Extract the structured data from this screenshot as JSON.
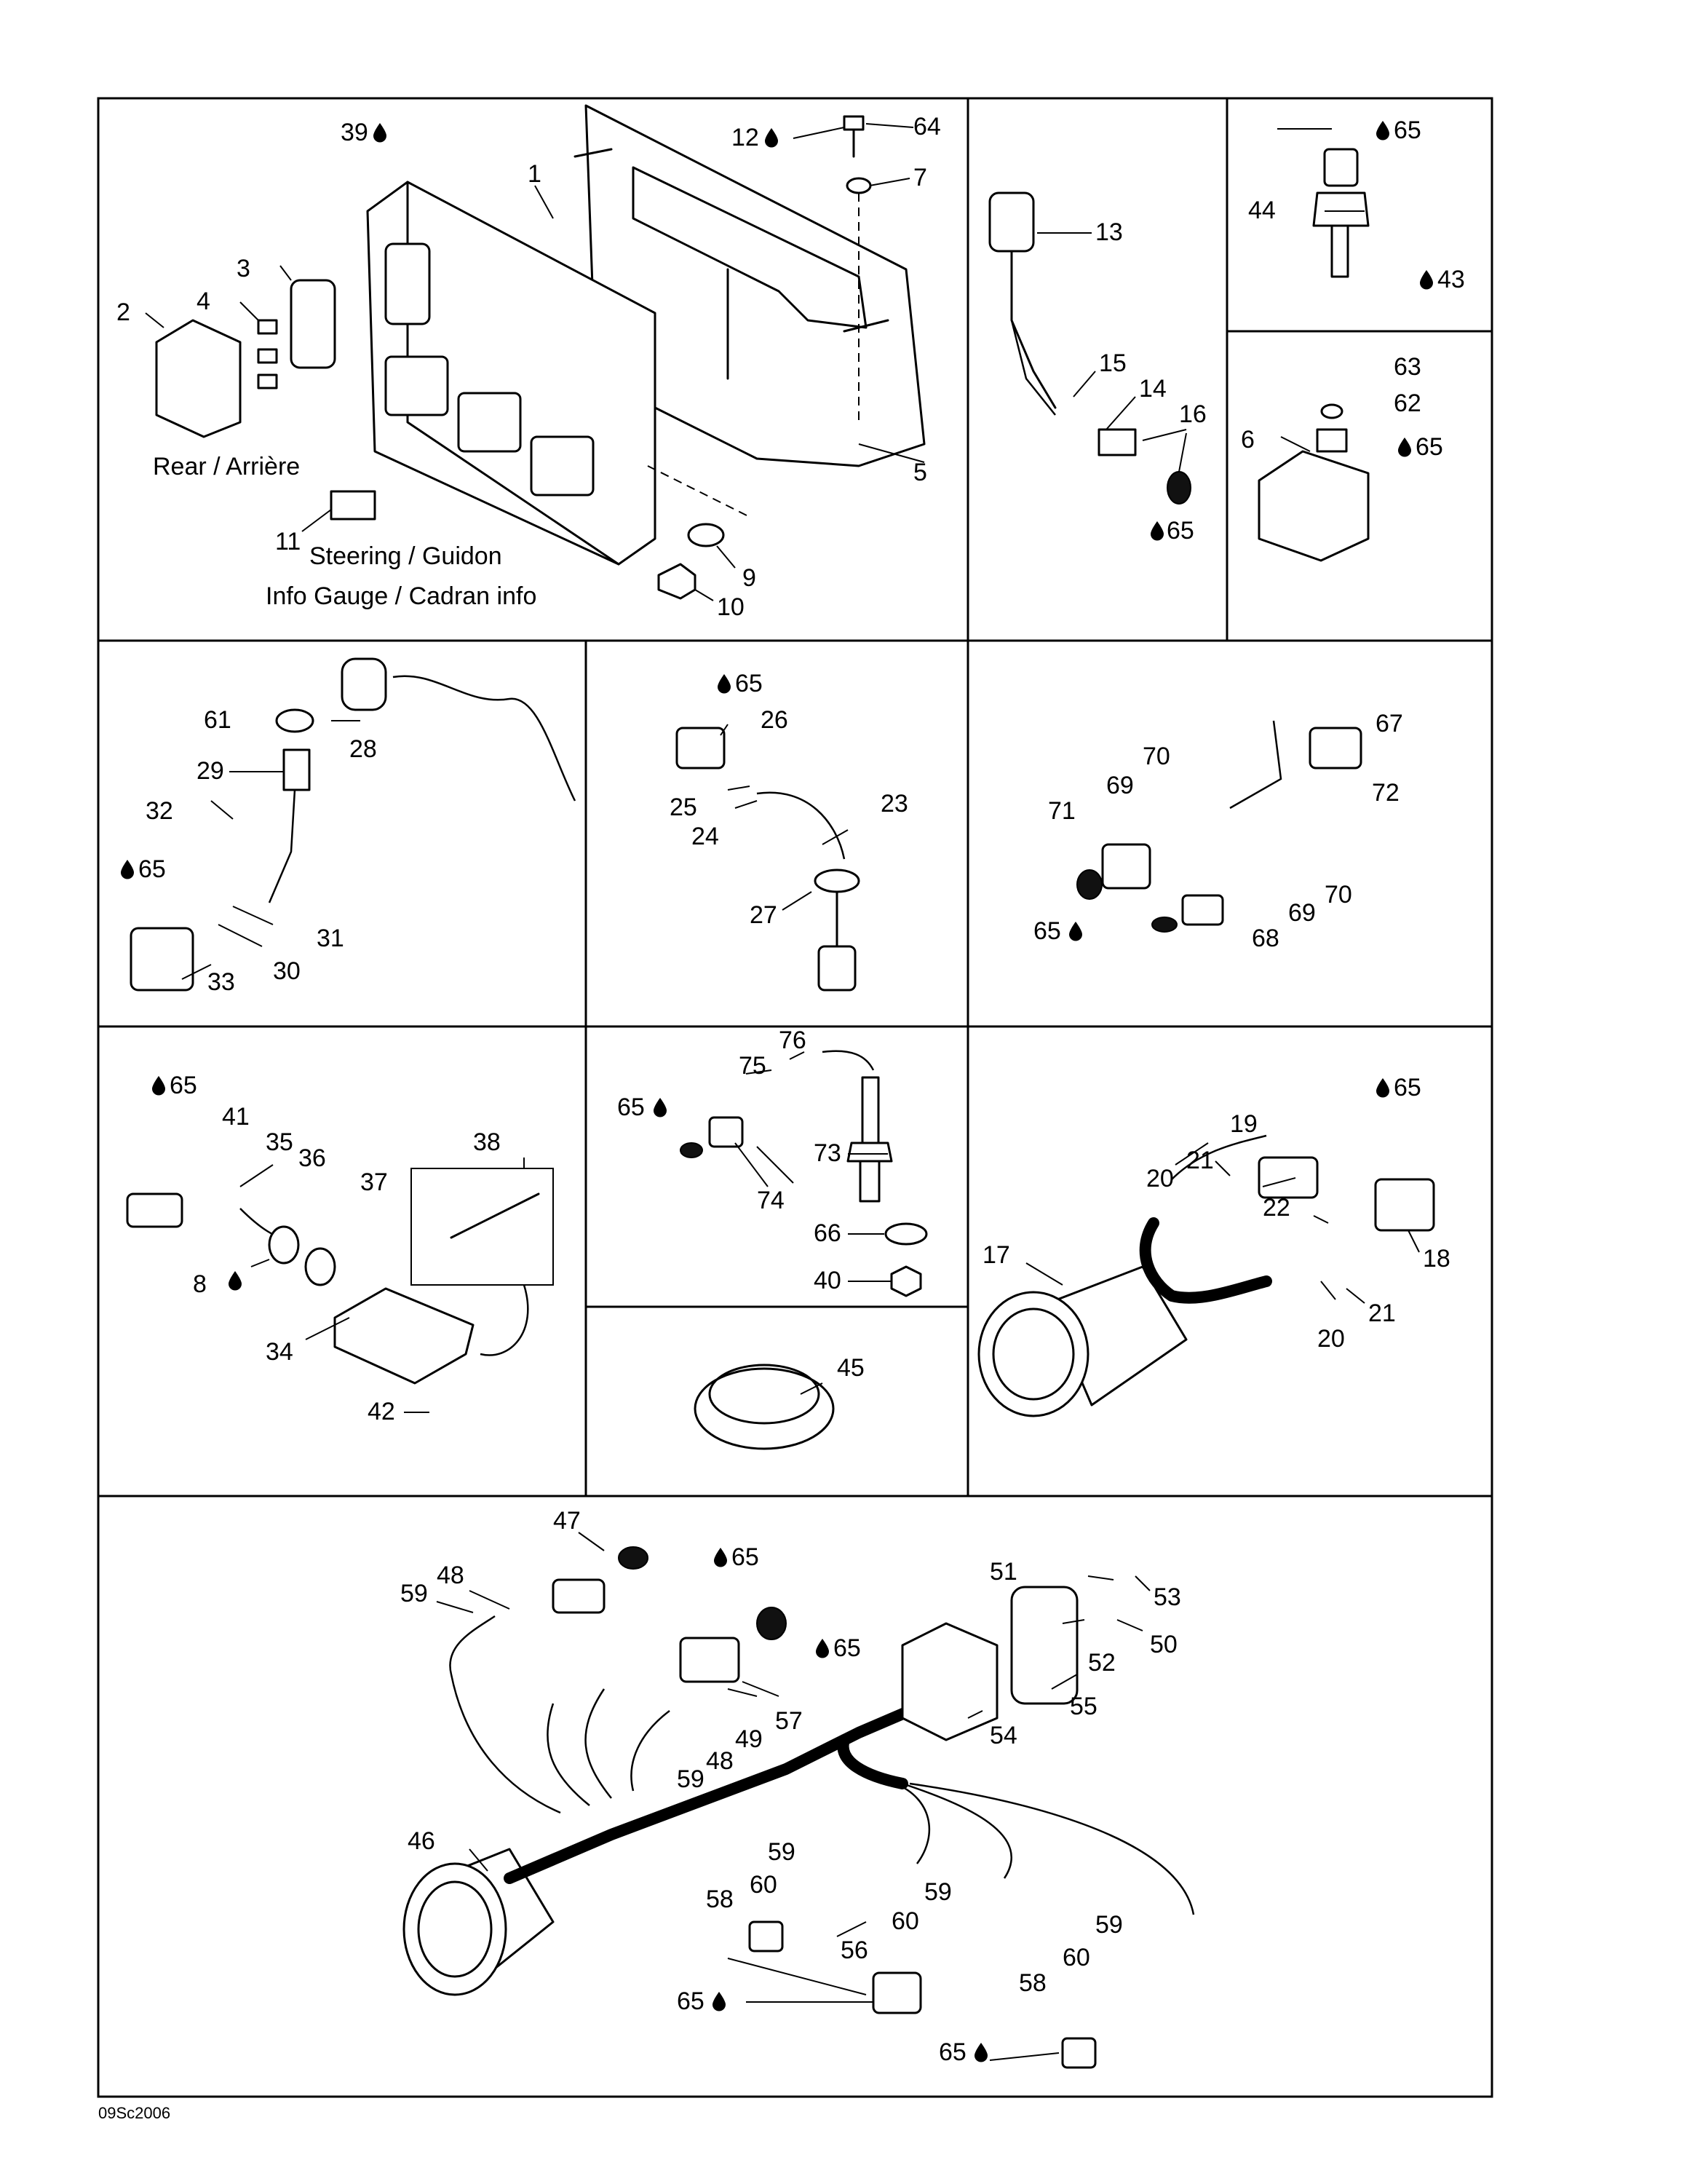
{
  "drawing_code": "09Sc2006",
  "labels": {
    "rear": "Rear / Arrière",
    "steering": "Steering / Guidon",
    "info_gauge": "Info Gauge / Cadran info"
  },
  "callouts": {
    "p1": "1",
    "p2": "2",
    "p3": "3",
    "p4": "4",
    "p5": "5",
    "p6": "6",
    "p7": "7",
    "p8": "8",
    "p9": "9",
    "p10": "10",
    "p11": "11",
    "p12": "12",
    "p13": "13",
    "p14": "14",
    "p15": "15",
    "p16": "16",
    "p17": "17",
    "p18": "18",
    "p19": "19",
    "p20": "20",
    "p21": "21",
    "p22": "22",
    "p23": "23",
    "p24": "24",
    "p25": "25",
    "p26": "26",
    "p27": "27",
    "p28": "28",
    "p29": "29",
    "p30": "30",
    "p31": "31",
    "p32": "32",
    "p33": "33",
    "p34": "34",
    "p35": "35",
    "p36": "36",
    "p37": "37",
    "p38": "38",
    "p39": "39",
    "p40": "40",
    "p41": "41",
    "p42": "42",
    "p43": "43",
    "p44": "44",
    "p45": "45",
    "p46": "46",
    "p47": "47",
    "p48": "48",
    "p49": "49",
    "p50": "50",
    "p51": "51",
    "p52": "52",
    "p53": "53",
    "p54": "54",
    "p55": "55",
    "p56": "56",
    "p57": "57",
    "p58": "58",
    "p59": "59",
    "p60": "60",
    "p61": "61",
    "p62": "62",
    "p63": "63",
    "p64": "64",
    "p65": "65",
    "p66": "66",
    "p67": "67",
    "p68": "68",
    "p69": "69",
    "p70": "70",
    "p71": "71",
    "p72": "72",
    "p73": "73",
    "p74": "74",
    "p75": "75",
    "p76": "76"
  },
  "icons": {
    "lubricant": "oil-drop-icon"
  }
}
